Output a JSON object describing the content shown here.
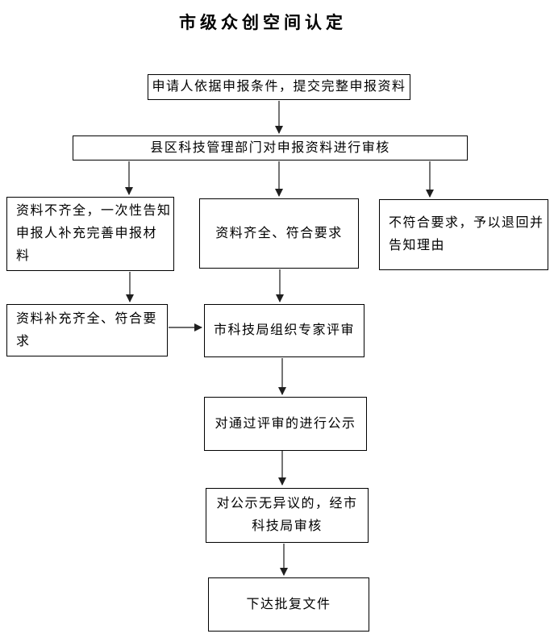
{
  "page": {
    "title": "市级众创空间认定"
  },
  "colors": {
    "background": "#ffffff",
    "box_border": "#000000",
    "text": "#000000",
    "arrow_line": "#3a3a3a",
    "arrow_head": "#1f1f1f"
  },
  "flowchart": {
    "nodes": {
      "submit": {
        "text": "申请人依据申报条件，提交完整申报资料"
      },
      "review": {
        "text": "县区科技管理部门对申报资料进行审核"
      },
      "incomplete": {
        "text": "资料不齐全，一次性告知申报人补充完善申报材料",
        "lines": [
          "资料不齐全，一次性告知",
          "申报人补充完善申报材",
          "料"
        ]
      },
      "complete": {
        "text": "资料齐全、符合要求"
      },
      "reject": {
        "text": "不符合要求，予以退回并告知理由",
        "lines": [
          "不符合要求，予以退回并",
          "告知理由"
        ]
      },
      "supplemented": {
        "text": "资料补充齐全、符合要求",
        "lines": [
          "资料补充齐全、符合要",
          "求"
        ]
      },
      "expert_review": {
        "text": "市科技局组织专家评审"
      },
      "publicity": {
        "text": "对通过评审的进行公示"
      },
      "no_objection": {
        "text": "对公示无异议的，经市科技局审核",
        "lines": [
          "对公示无异议的，经市",
          "科技局审核"
        ]
      },
      "issue": {
        "text": "下达批复文件"
      }
    },
    "edges": [
      {
        "from": "submit",
        "to": "review"
      },
      {
        "from": "review",
        "to": "incomplete"
      },
      {
        "from": "review",
        "to": "complete"
      },
      {
        "from": "review",
        "to": "reject"
      },
      {
        "from": "incomplete",
        "to": "supplemented"
      },
      {
        "from": "complete",
        "to": "expert_review"
      },
      {
        "from": "supplemented",
        "to": "expert_review"
      },
      {
        "from": "expert_review",
        "to": "publicity"
      },
      {
        "from": "publicity",
        "to": "no_objection"
      },
      {
        "from": "no_objection",
        "to": "issue"
      }
    ]
  }
}
